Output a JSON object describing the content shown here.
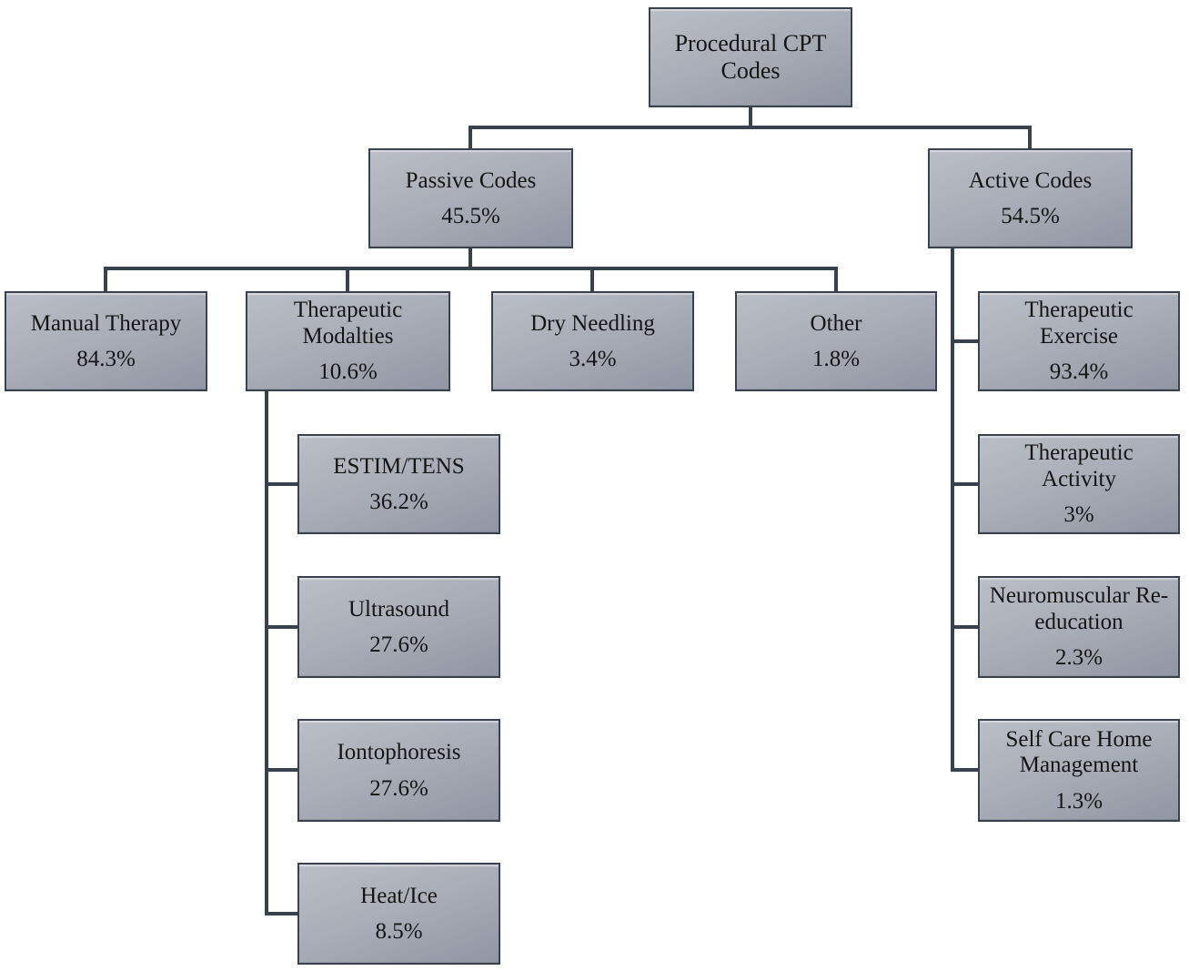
{
  "diagram_title": "Procedural CPT Codes",
  "colors": {
    "box_fill_top": "#babec6",
    "box_fill_bottom": "#9096a2",
    "box_border": "#39414e",
    "connector": "#39414e",
    "text": "#151515",
    "background": "#ffffff"
  },
  "nodes": {
    "procedural": {
      "label": "Procedural CPT Codes"
    },
    "passive": {
      "label": "Passive Codes",
      "value": "45.5%"
    },
    "active": {
      "label": "Active Codes",
      "value": "54.5%"
    },
    "manual": {
      "label": "Manual Therapy",
      "value": "84.3%"
    },
    "modalties": {
      "label": "Therapeutic Modalties",
      "value": "10.6%"
    },
    "dry": {
      "label": "Dry Needling",
      "value": "3.4%"
    },
    "other": {
      "label": "Other",
      "value": "1.8%"
    },
    "estim": {
      "label": "ESTIM/TENS",
      "value": "36.2%"
    },
    "ultrasound": {
      "label": "Ultrasound",
      "value": "27.6%"
    },
    "iontophoresis": {
      "label": "Iontophoresis",
      "value": "27.6%"
    },
    "heatice": {
      "label": "Heat/Ice",
      "value": "8.5%"
    },
    "therex": {
      "label": "Therapeutic Exercise",
      "value": "93.4%"
    },
    "theract": {
      "label": "Therapeutic Activity",
      "value": "3%"
    },
    "neuro": {
      "label": "Neuromuscular Re-education",
      "value": "2.3%"
    },
    "selfcare": {
      "label": "Self Care Home Management",
      "value": "1.3%"
    }
  },
  "edges": [
    {
      "from": "procedural",
      "to": "passive"
    },
    {
      "from": "procedural",
      "to": "active"
    },
    {
      "from": "passive",
      "to": "manual"
    },
    {
      "from": "passive",
      "to": "modalties"
    },
    {
      "from": "passive",
      "to": "dry"
    },
    {
      "from": "passive",
      "to": "other"
    },
    {
      "from": "modalties",
      "to": "estim"
    },
    {
      "from": "modalties",
      "to": "ultrasound"
    },
    {
      "from": "modalties",
      "to": "iontophoresis"
    },
    {
      "from": "modalties",
      "to": "heatice"
    },
    {
      "from": "active",
      "to": "therex"
    },
    {
      "from": "active",
      "to": "theract"
    },
    {
      "from": "active",
      "to": "neuro"
    },
    {
      "from": "active",
      "to": "selfcare"
    }
  ]
}
